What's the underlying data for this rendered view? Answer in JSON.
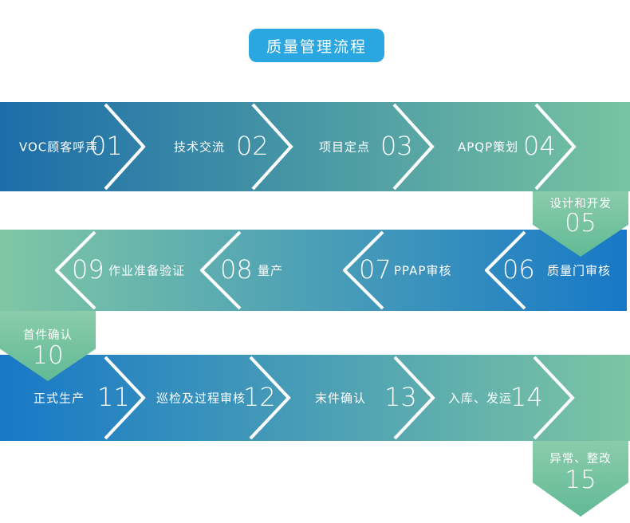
{
  "title": {
    "label": "质量管理流程"
  },
  "colors": {
    "badge": "#2aa7e0",
    "row1_start": "#1c6da9",
    "row1_end": "#77c3a1",
    "row2_start": "#80c7a5",
    "row2_end": "#1878c7",
    "row3_start": "#1878c7",
    "row3_end": "#7cc5a3",
    "connector_top": "#8accab",
    "connector_bottom": "#62ba95"
  },
  "rows": [
    {
      "direction": "left-to-right",
      "steps": [
        {
          "num": "01",
          "label": "VOC顾客呼声"
        },
        {
          "num": "02",
          "label": "技术交流"
        },
        {
          "num": "03",
          "label": "项目定点"
        },
        {
          "num": "04",
          "label": "APQP策划"
        }
      ]
    },
    {
      "direction": "right-to-left",
      "steps": [
        {
          "num": "06",
          "label": "质量门审核"
        },
        {
          "num": "07",
          "label": "PPAP审核"
        },
        {
          "num": "08",
          "label": "量产"
        },
        {
          "num": "09",
          "label": "作业准备验证"
        }
      ]
    },
    {
      "direction": "left-to-right",
      "steps": [
        {
          "num": "11",
          "label": "正式生产"
        },
        {
          "num": "12",
          "label": "巡检及过程审核"
        },
        {
          "num": "13",
          "label": "末件确认"
        },
        {
          "num": "14",
          "label": "入库、发运"
        }
      ]
    }
  ],
  "connectors": [
    {
      "num": "05",
      "label": "设计和开发"
    },
    {
      "num": "10",
      "label": "首件确认"
    },
    {
      "num": "15",
      "label": "异常、整改"
    }
  ]
}
